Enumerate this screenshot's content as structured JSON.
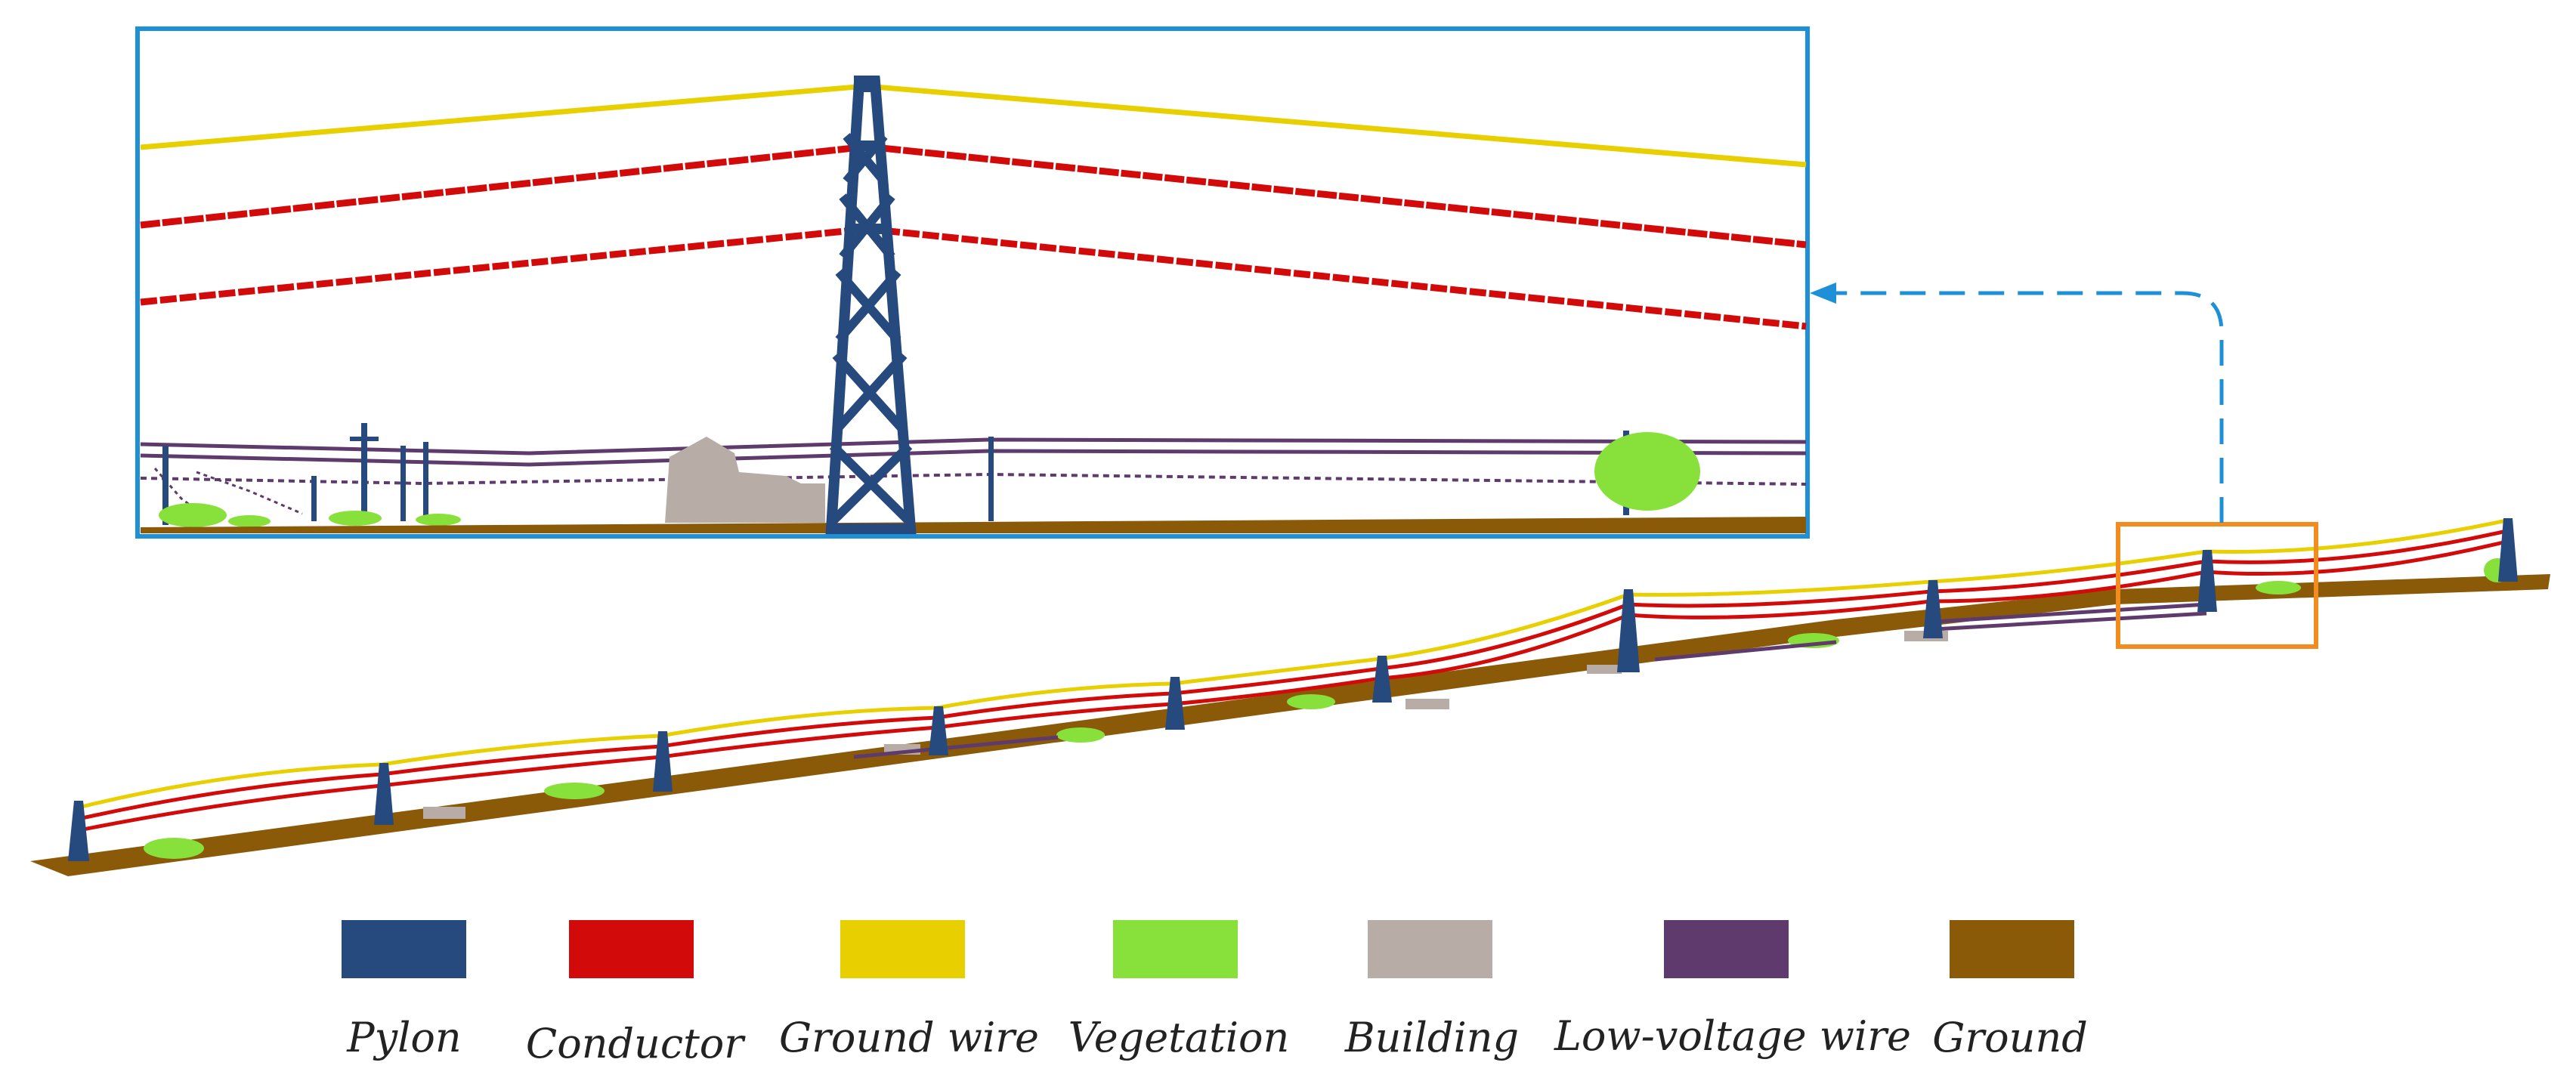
{
  "figure": {
    "background": "#ffffff",
    "zoom_frame_color": "#1e90d8",
    "highlight_box_color": "#f28c1e",
    "connector_style": "dashed-arrow"
  },
  "classes": [
    {
      "id": "pylon",
      "label": "Pylon",
      "color": "#26497e"
    },
    {
      "id": "conductor",
      "label": "Conductor",
      "color": "#d20a0a"
    },
    {
      "id": "ground-wire",
      "label": "Ground wire",
      "color": "#e8d000"
    },
    {
      "id": "vegetation",
      "label": "Vegetation",
      "color": "#88e03a"
    },
    {
      "id": "building",
      "label": "Building",
      "color": "#b7aca6"
    },
    {
      "id": "low-voltage-wire",
      "label": "Low-voltage wire",
      "color": "#5e3b6c"
    },
    {
      "id": "ground",
      "label": "Ground",
      "color": "#8a5a08"
    }
  ]
}
